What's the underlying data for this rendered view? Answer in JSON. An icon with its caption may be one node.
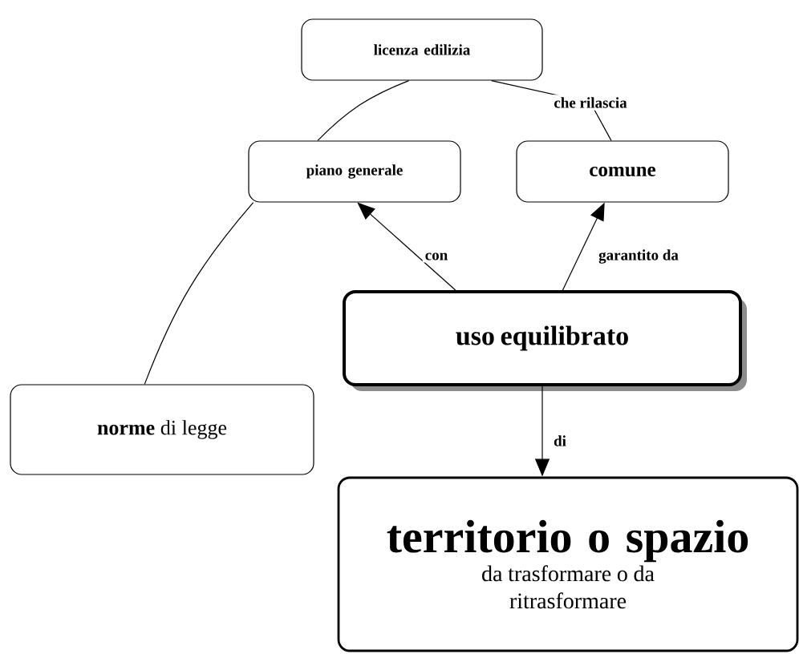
{
  "diagram": {
    "nodes": [
      {
        "text": [
          "licenza edilizia"
        ]
      },
      {
        "text": [
          "piano generale"
        ]
      },
      {
        "text": [
          "comune"
        ]
      },
      {
        "text": [
          "uso equilibrato"
        ]
      },
      {
        "text": [
          "**norme** di legge"
        ]
      },
      {
        "text": [
          "territorio o spazio",
          "da trasformare o da ritrasformare"
        ]
      }
    ],
    "edges": [
      {
        "from": 3,
        "to": 1,
        "arrow": "to",
        "label": "con"
      },
      {
        "from": 3,
        "to": 2,
        "arrow": "to",
        "label": "garantito da"
      },
      {
        "from": 2,
        "to": 0,
        "arrow": "none",
        "label": "che rilascia"
      },
      {
        "from": 0,
        "to": 1,
        "arrow": "none"
      },
      {
        "from": 1,
        "to": 4,
        "arrow": "none"
      },
      {
        "from": 3,
        "to": 5,
        "arrow": "to",
        "label": "di"
      }
    ]
  }
}
